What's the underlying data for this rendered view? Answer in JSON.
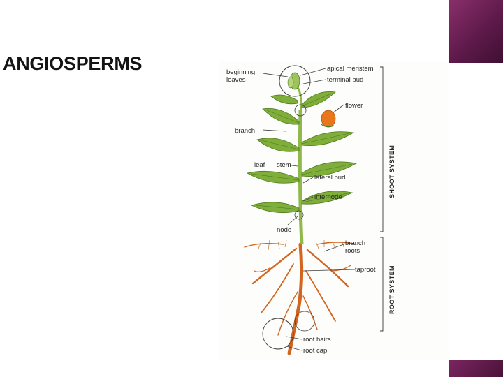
{
  "slide": {
    "title": "ANGIOSPERMS"
  },
  "diagram": {
    "labels": {
      "beginning_leaves_1": "beginning",
      "beginning_leaves_2": "leaves",
      "apical_meristem": "apical meristem",
      "terminal_bud": "terminal bud",
      "flower": "flower",
      "branch": "branch",
      "leaf": "leaf",
      "stem": "stem",
      "lateral_bud": "lateral bud",
      "internode": "internode",
      "node": "node",
      "branch_roots_1": "branch",
      "branch_roots_2": "roots",
      "taproot": "taproot",
      "root_hairs": "root hairs",
      "root_cap": "root cap"
    },
    "systems": {
      "shoot": "SHOOT SYSTEM",
      "root": "ROOT SYSTEM"
    }
  },
  "colors": {
    "accent": "#5e1a4a",
    "leaf_green": "#7fae3a",
    "stem_green": "#8fb84a",
    "root_orange": "#d2651f",
    "flower_orange": "#e8761c"
  }
}
